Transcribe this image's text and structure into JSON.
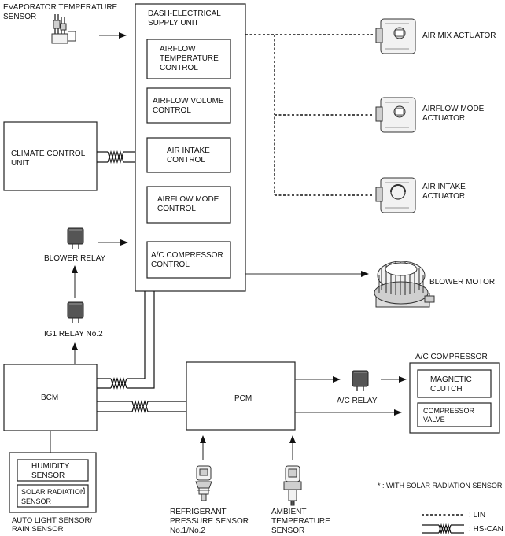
{
  "labels": {
    "evap_sensor_1": "EVAPORATOR TEMPERATURE",
    "evap_sensor_2": "SENSOR",
    "dash_unit_1": "DASH-ELECTRICAL",
    "dash_unit_2": "SUPPLY UNIT",
    "airflow_temp_1": "AIRFLOW",
    "airflow_temp_2": "TEMPERATURE",
    "airflow_temp_3": "CONTROL",
    "airflow_vol_1": "AIRFLOW VOLUME",
    "airflow_vol_2": "CONTROL",
    "air_intake_1": "AIR INTAKE",
    "air_intake_2": "CONTROL",
    "airflow_mode_1": "AIRFLOW MODE",
    "airflow_mode_2": "CONTROL",
    "ac_comp_ctrl_1": "A/C COMPRESSOR",
    "ac_comp_ctrl_2": "CONTROL",
    "climate_1": "CLIMATE CONTROL",
    "climate_2": "UNIT",
    "blower_relay": "BLOWER RELAY",
    "ig1_relay": "IG1 RELAY No.2",
    "bcm": "BCM",
    "pcm": "PCM",
    "humidity_1": "HUMIDITY",
    "humidity_2": "SENSOR",
    "solar_1": "SOLAR RADIATION",
    "solar_2": "SENSOR",
    "solar_mark": "*",
    "auto_light_1": "AUTO LIGHT SENSOR/",
    "auto_light_2": "RAIN SENSOR",
    "refrig_1": "REFRIGERANT",
    "refrig_2": "PRESSURE SENSOR",
    "refrig_3": "No.1/No.2",
    "ambient_1": "AMBIENT",
    "ambient_2": "TEMPERATURE",
    "ambient_3": "SENSOR",
    "air_mix": "AIR MIX ACTUATOR",
    "airflow_mode_act_1": "AIRFLOW MODE",
    "airflow_mode_act_2": "ACTUATOR",
    "air_intake_act_1": "AIR INTAKE",
    "air_intake_act_2": "ACTUATOR",
    "blower_motor": "BLOWER MOTOR",
    "ac_compressor": "A/C COMPRESSOR",
    "magnetic_1": "MAGNETIC",
    "magnetic_2": "CLUTCH",
    "comp_valve_1": "COMPRESSOR",
    "comp_valve_2": "VALVE",
    "ac_relay": "A/C RELAY",
    "footnote": "* : WITH SOLAR RADIATION SENSOR",
    "legend_lin": ": LIN",
    "legend_hscan": ": HS-CAN"
  }
}
